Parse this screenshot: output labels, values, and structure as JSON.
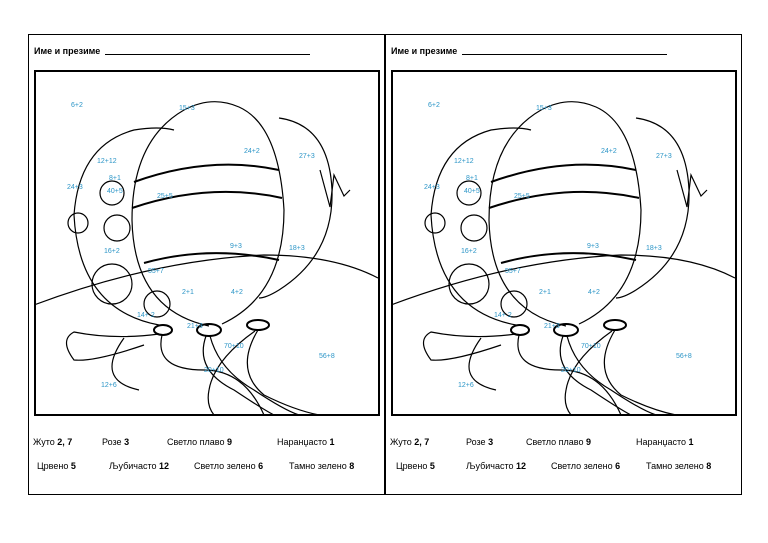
{
  "worksheet": {
    "name_label": "Име и презиме",
    "tasks": [
      "6+2",
      "15+3",
      "8+1",
      "24+2",
      "12+12",
      "27+3",
      "24+3",
      "40+5",
      "25+5",
      "16+2",
      "9+3",
      "18+3",
      "55+7",
      "2+1",
      "4+2",
      "14+ 2",
      "21+3",
      "70+10",
      "56+8",
      "20+10",
      "12+6"
    ],
    "legend": [
      {
        "color": "Жуто",
        "numbers": "2, 7"
      },
      {
        "color": "Розе",
        "numbers": "3"
      },
      {
        "color": "Светло плаво",
        "numbers": "9"
      },
      {
        "color": "Наранџасто",
        "numbers": "1"
      },
      {
        "color": "Црвено",
        "numbers": "5"
      },
      {
        "color": "Љубичасто",
        "numbers": "12"
      },
      {
        "color": "Светло зелено",
        "numbers": "6"
      },
      {
        "color": "Тамно зелено",
        "numbers": "8"
      }
    ]
  },
  "colors": {
    "task_text": "#2b95c7",
    "line": "#000000"
  }
}
